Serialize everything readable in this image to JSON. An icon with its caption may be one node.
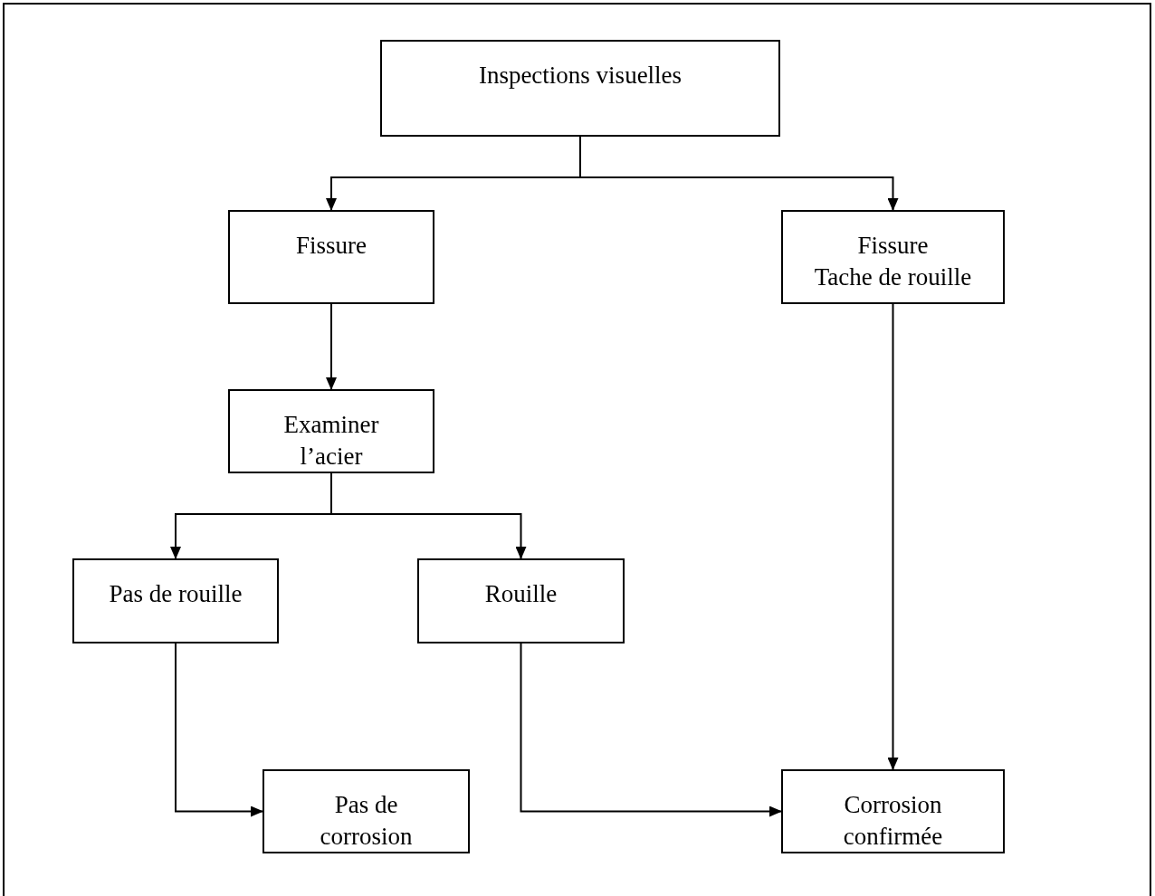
{
  "diagram": {
    "nodes": [
      {
        "text": [
          "Inspections visuelles"
        ]
      },
      {
        "text": [
          "Fissure"
        ]
      },
      {
        "text": [
          "Fissure",
          "Tache de rouille"
        ]
      },
      {
        "text": [
          "Examiner l’acier"
        ]
      },
      {
        "text": [
          "Pas de rouille"
        ]
      },
      {
        "text": [
          "Rouille"
        ]
      },
      {
        "text": [
          "Pas de corrosion"
        ]
      },
      {
        "text": [
          "Corrosion confirmée"
        ]
      }
    ],
    "edges": [
      {
        "from": 0,
        "to": 1,
        "arrow": "to"
      },
      {
        "from": 0,
        "to": 2,
        "arrow": "to"
      },
      {
        "from": 1,
        "to": 3,
        "arrow": "to"
      },
      {
        "from": 2,
        "to": 7,
        "arrow": "to"
      },
      {
        "from": 3,
        "to": 4,
        "arrow": "to"
      },
      {
        "from": 3,
        "to": 5,
        "arrow": "to"
      },
      {
        "from": 4,
        "to": 6,
        "arrow": "to"
      },
      {
        "from": 5,
        "to": 7,
        "arrow": "to"
      }
    ]
  }
}
